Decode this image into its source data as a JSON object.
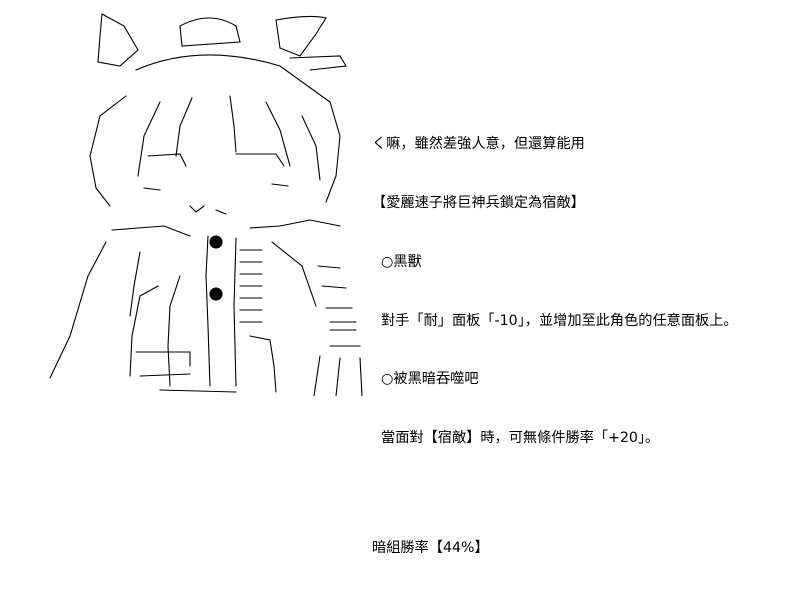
{
  "colors": {
    "ink": "#000000",
    "background": "#ffffff"
  },
  "artwork": {
    "name": "ascii-art-character-figure"
  },
  "caption": {
    "lines": [
      "く嘛，雖然差強人意，但還算能用",
      "【愛麗速子將巨神兵鎖定為宿敵】",
      "  ○黑獸",
      "  對手「耐」面板「-10」，並增加至此角色的任意面板上。",
      "  ○被黑暗吞噬吧",
      "  當面對【宿敵】時，可無條件勝率「+20」。",
      "暗組勝率【44%】"
    ]
  }
}
